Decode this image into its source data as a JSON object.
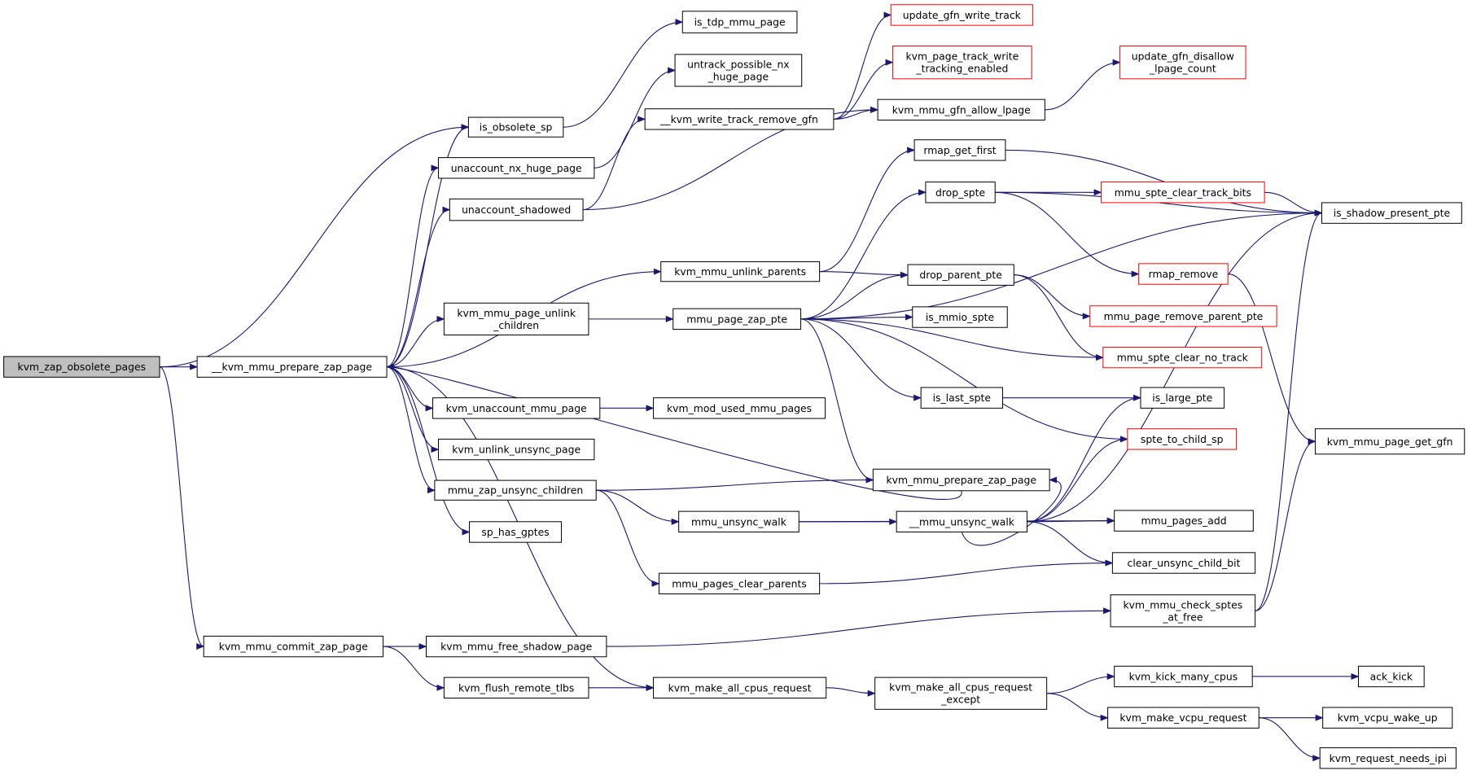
{
  "colors": {
    "edge": "#191970",
    "node_border": "#000000",
    "truncated_border": "#ff0000",
    "root_fill": "#bfbfbf"
  },
  "nodes": [
    {
      "id": "root",
      "lines": [
        "kvm_zap_obsolete_pages"
      ],
      "kind": "root"
    },
    {
      "id": "prepare_zap",
      "lines": [
        "__kvm_mmu_prepare_zap_page"
      ]
    },
    {
      "id": "commit_zap",
      "lines": [
        "kvm_mmu_commit_zap_page"
      ]
    },
    {
      "id": "is_obsolete_sp",
      "lines": [
        "is_obsolete_sp"
      ]
    },
    {
      "id": "is_tdp_mmu_page",
      "lines": [
        "is_tdp_mmu_page"
      ]
    },
    {
      "id": "untrack_nx",
      "lines": [
        "untrack_possible_nx",
        "_huge_page"
      ]
    },
    {
      "id": "unaccount_nx",
      "lines": [
        "unaccount_nx_huge_page"
      ]
    },
    {
      "id": "unaccount_shadowed",
      "lines": [
        "unaccount_shadowed"
      ]
    },
    {
      "id": "write_track_remove",
      "lines": [
        "__kvm_write_track_remove_gfn"
      ]
    },
    {
      "id": "update_gfn_write_track",
      "lines": [
        "update_gfn_write_track"
      ],
      "kind": "truncated"
    },
    {
      "id": "page_track_write_enabled",
      "lines": [
        "kvm_page_track_write",
        "_tracking_enabled"
      ],
      "kind": "truncated"
    },
    {
      "id": "gfn_allow_lpage",
      "lines": [
        "kvm_mmu_gfn_allow_lpage"
      ]
    },
    {
      "id": "update_gfn_disallow",
      "lines": [
        "update_gfn_disallow",
        "_lpage_count"
      ],
      "kind": "truncated"
    },
    {
      "id": "rmap_get_first",
      "lines": [
        "rmap_get_first"
      ]
    },
    {
      "id": "drop_spte",
      "lines": [
        "drop_spte"
      ]
    },
    {
      "id": "clear_track_bits",
      "lines": [
        "mmu_spte_clear_track_bits"
      ],
      "kind": "truncated"
    },
    {
      "id": "is_shadow_present_pte",
      "lines": [
        "is_shadow_present_pte"
      ]
    },
    {
      "id": "rmap_remove",
      "lines": [
        "rmap_remove"
      ],
      "kind": "truncated"
    },
    {
      "id": "unlink_parents",
      "lines": [
        "kvm_mmu_unlink_parents"
      ]
    },
    {
      "id": "drop_parent_pte",
      "lines": [
        "drop_parent_pte"
      ]
    },
    {
      "id": "page_unlink_children",
      "lines": [
        "kvm_mmu_page_unlink",
        "_children"
      ]
    },
    {
      "id": "page_zap_pte",
      "lines": [
        "mmu_page_zap_pte"
      ]
    },
    {
      "id": "is_mmio_spte",
      "lines": [
        "is_mmio_spte"
      ]
    },
    {
      "id": "remove_parent_pte",
      "lines": [
        "mmu_page_remove_parent_pte"
      ],
      "kind": "truncated"
    },
    {
      "id": "clear_no_track",
      "lines": [
        "mmu_spte_clear_no_track"
      ],
      "kind": "truncated"
    },
    {
      "id": "unaccount_mmu_page",
      "lines": [
        "kvm_unaccount_mmu_page"
      ]
    },
    {
      "id": "mod_used_mmu_pages",
      "lines": [
        "kvm_mod_used_mmu_pages"
      ]
    },
    {
      "id": "is_last_spte",
      "lines": [
        "is_last_spte"
      ]
    },
    {
      "id": "is_large_pte",
      "lines": [
        "is_large_pte"
      ]
    },
    {
      "id": "unlink_unsync_page",
      "lines": [
        "kvm_unlink_unsync_page"
      ]
    },
    {
      "id": "spte_to_child_sp",
      "lines": [
        "spte_to_child_sp"
      ],
      "kind": "truncated"
    },
    {
      "id": "page_get_gfn",
      "lines": [
        "kvm_mmu_page_get_gfn"
      ]
    },
    {
      "id": "zap_unsync_children",
      "lines": [
        "mmu_zap_unsync_children"
      ]
    },
    {
      "id": "kvm_prepare_zap",
      "lines": [
        "kvm_mmu_prepare_zap_page"
      ]
    },
    {
      "id": "unsync_walk",
      "lines": [
        "mmu_unsync_walk"
      ]
    },
    {
      "id": "__unsync_walk",
      "lines": [
        "__mmu_unsync_walk"
      ]
    },
    {
      "id": "mmu_pages_add",
      "lines": [
        "mmu_pages_add"
      ]
    },
    {
      "id": "sp_has_gptes",
      "lines": [
        "sp_has_gptes"
      ]
    },
    {
      "id": "clear_unsync_child_bit",
      "lines": [
        "clear_unsync_child_bit"
      ]
    },
    {
      "id": "pages_clear_parents",
      "lines": [
        "mmu_pages_clear_parents"
      ]
    },
    {
      "id": "check_sptes_at_free",
      "lines": [
        "kvm_mmu_check_sptes",
        "_at_free"
      ]
    },
    {
      "id": "free_shadow_page",
      "lines": [
        "kvm_mmu_free_shadow_page"
      ]
    },
    {
      "id": "flush_remote_tlbs",
      "lines": [
        "kvm_flush_remote_tlbs"
      ]
    },
    {
      "id": "all_cpus_request",
      "lines": [
        "kvm_make_all_cpus_request"
      ]
    },
    {
      "id": "all_cpus_request_except",
      "lines": [
        "kvm_make_all_cpus_request",
        "_except"
      ]
    },
    {
      "id": "kick_many_cpus",
      "lines": [
        "kvm_kick_many_cpus"
      ]
    },
    {
      "id": "ack_kick",
      "lines": [
        "ack_kick"
      ]
    },
    {
      "id": "make_vcpu_request",
      "lines": [
        "kvm_make_vcpu_request"
      ]
    },
    {
      "id": "vcpu_wake_up",
      "lines": [
        "kvm_vcpu_wake_up"
      ]
    },
    {
      "id": "request_needs_ipi",
      "lines": [
        "kvm_request_needs_ipi"
      ]
    }
  ],
  "edges": [
    [
      "root",
      "prepare_zap"
    ],
    [
      "root",
      "is_obsolete_sp"
    ],
    [
      "root",
      "commit_zap"
    ],
    [
      "prepare_zap",
      "is_obsolete_sp"
    ],
    [
      "prepare_zap",
      "unaccount_nx"
    ],
    [
      "prepare_zap",
      "unaccount_shadowed"
    ],
    [
      "prepare_zap",
      "unlink_parents"
    ],
    [
      "prepare_zap",
      "page_unlink_children"
    ],
    [
      "prepare_zap",
      "unaccount_mmu_page"
    ],
    [
      "prepare_zap",
      "unlink_unsync_page"
    ],
    [
      "prepare_zap",
      "zap_unsync_children"
    ],
    [
      "prepare_zap",
      "sp_has_gptes"
    ],
    [
      "prepare_zap",
      "all_cpus_request"
    ],
    [
      "is_obsolete_sp",
      "is_tdp_mmu_page"
    ],
    [
      "unaccount_nx",
      "untrack_nx"
    ],
    [
      "unaccount_shadowed",
      "write_track_remove"
    ],
    [
      "unaccount_shadowed",
      "gfn_allow_lpage"
    ],
    [
      "write_track_remove",
      "update_gfn_write_track"
    ],
    [
      "write_track_remove",
      "page_track_write_enabled"
    ],
    [
      "write_track_remove",
      "gfn_allow_lpage"
    ],
    [
      "gfn_allow_lpage",
      "update_gfn_disallow"
    ],
    [
      "unlink_parents",
      "rmap_get_first"
    ],
    [
      "unlink_parents",
      "drop_parent_pte"
    ],
    [
      "rmap_get_first",
      "is_shadow_present_pte"
    ],
    [
      "drop_spte",
      "clear_track_bits"
    ],
    [
      "drop_spte",
      "is_shadow_present_pte"
    ],
    [
      "drop_spte",
      "rmap_remove"
    ],
    [
      "clear_track_bits",
      "is_shadow_present_pte"
    ],
    [
      "rmap_remove",
      "page_get_gfn"
    ],
    [
      "page_unlink_children",
      "page_zap_pte"
    ],
    [
      "page_zap_pte",
      "drop_spte"
    ],
    [
      "page_zap_pte",
      "is_shadow_present_pte"
    ],
    [
      "page_zap_pte",
      "drop_parent_pte"
    ],
    [
      "page_zap_pte",
      "is_mmio_spte"
    ],
    [
      "page_zap_pte",
      "clear_no_track"
    ],
    [
      "page_zap_pte",
      "is_last_spte"
    ],
    [
      "page_zap_pte",
      "spte_to_child_sp"
    ],
    [
      "page_zap_pte",
      "kvm_prepare_zap"
    ],
    [
      "drop_parent_pte",
      "remove_parent_pte"
    ],
    [
      "drop_parent_pte",
      "clear_no_track"
    ],
    [
      "kvm_prepare_zap",
      "prepare_zap"
    ],
    [
      "unaccount_mmu_page",
      "mod_used_mmu_pages"
    ],
    [
      "is_last_spte",
      "is_large_pte"
    ],
    [
      "zap_unsync_children",
      "kvm_prepare_zap"
    ],
    [
      "zap_unsync_children",
      "unsync_walk"
    ],
    [
      "zap_unsync_children",
      "pages_clear_parents"
    ],
    [
      "unsync_walk",
      "__unsync_walk"
    ],
    [
      "unsync_walk",
      "mmu_pages_add"
    ],
    [
      "__unsync_walk",
      "is_large_pte"
    ],
    [
      "__unsync_walk",
      "spte_to_child_sp"
    ],
    [
      "__unsync_walk",
      "is_shadow_present_pte"
    ],
    [
      "__unsync_walk",
      "mmu_pages_add"
    ],
    [
      "__unsync_walk",
      "clear_unsync_child_bit"
    ],
    [
      "__unsync_walk",
      "kvm_prepare_zap"
    ],
    [
      "pages_clear_parents",
      "clear_unsync_child_bit"
    ],
    [
      "commit_zap",
      "free_shadow_page"
    ],
    [
      "commit_zap",
      "flush_remote_tlbs"
    ],
    [
      "free_shadow_page",
      "check_sptes_at_free"
    ],
    [
      "check_sptes_at_free",
      "is_shadow_present_pte"
    ],
    [
      "check_sptes_at_free",
      "page_get_gfn"
    ],
    [
      "flush_remote_tlbs",
      "all_cpus_request"
    ],
    [
      "all_cpus_request",
      "all_cpus_request_except"
    ],
    [
      "all_cpus_request_except",
      "kick_many_cpus"
    ],
    [
      "all_cpus_request_except",
      "make_vcpu_request"
    ],
    [
      "kick_many_cpus",
      "ack_kick"
    ],
    [
      "make_vcpu_request",
      "vcpu_wake_up"
    ],
    [
      "make_vcpu_request",
      "request_needs_ipi"
    ]
  ]
}
